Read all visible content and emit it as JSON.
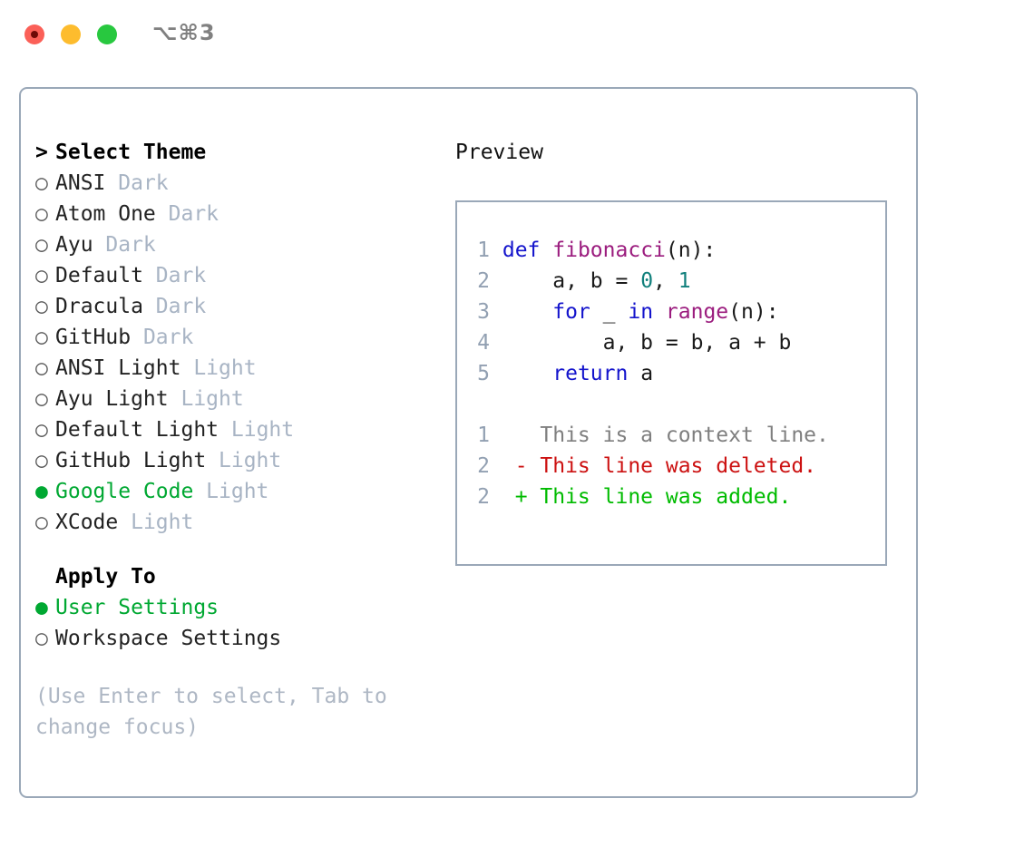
{
  "titlebar": {
    "shortcut": "⌥⌘3",
    "buttons": {
      "close": "close-button",
      "minimize": "minimize-button",
      "maximize": "maximize-button"
    }
  },
  "left": {
    "heading_prefix": "> ",
    "heading": "Select Theme",
    "themes": [
      {
        "bullet": "○",
        "name": "ANSI",
        "tag": "Dark",
        "selected": false
      },
      {
        "bullet": "○",
        "name": "Atom One",
        "tag": "Dark",
        "selected": false
      },
      {
        "bullet": "○",
        "name": "Ayu",
        "tag": "Dark",
        "selected": false
      },
      {
        "bullet": "○",
        "name": "Default",
        "tag": "Dark",
        "selected": false
      },
      {
        "bullet": "○",
        "name": "Dracula",
        "tag": "Dark",
        "selected": false
      },
      {
        "bullet": "○",
        "name": "GitHub",
        "tag": "Dark",
        "selected": false
      },
      {
        "bullet": "○",
        "name": "ANSI Light",
        "tag": "Light",
        "selected": false
      },
      {
        "bullet": "○",
        "name": "Ayu Light",
        "tag": "Light",
        "selected": false
      },
      {
        "bullet": "○",
        "name": "Default Light",
        "tag": "Light",
        "selected": false
      },
      {
        "bullet": "○",
        "name": "GitHub Light",
        "tag": "Light",
        "selected": false
      },
      {
        "bullet": "●",
        "name": "Google Code",
        "tag": "Light",
        "selected": true
      },
      {
        "bullet": "○",
        "name": "XCode",
        "tag": "Light",
        "selected": false
      }
    ],
    "apply_to": {
      "heading": "Apply To",
      "options": [
        {
          "bullet": "●",
          "label": "User Settings",
          "selected": true
        },
        {
          "bullet": "○",
          "label": "Workspace Settings",
          "selected": false
        }
      ]
    },
    "hint": "(Use Enter to select, Tab to change focus)"
  },
  "right": {
    "preview_title": "Preview",
    "code_lines": [
      {
        "no": "1",
        "tokens": [
          {
            "t": "def",
            "c": "kw"
          },
          {
            "t": " ",
            "c": "plain"
          },
          {
            "t": "fibonacci",
            "c": "fn"
          },
          {
            "t": "(n):",
            "c": "plain"
          }
        ]
      },
      {
        "no": "2",
        "tokens": [
          {
            "t": "    a, b = ",
            "c": "plain"
          },
          {
            "t": "0",
            "c": "num"
          },
          {
            "t": ", ",
            "c": "plain"
          },
          {
            "t": "1",
            "c": "num"
          }
        ]
      },
      {
        "no": "3",
        "tokens": [
          {
            "t": "    ",
            "c": "plain"
          },
          {
            "t": "for",
            "c": "kw"
          },
          {
            "t": " _ ",
            "c": "plain"
          },
          {
            "t": "in",
            "c": "kw"
          },
          {
            "t": " ",
            "c": "plain"
          },
          {
            "t": "range",
            "c": "fn"
          },
          {
            "t": "(n):",
            "c": "plain"
          }
        ]
      },
      {
        "no": "4",
        "tokens": [
          {
            "t": "        a, b = b, a + b",
            "c": "plain"
          }
        ]
      },
      {
        "no": "5",
        "tokens": [
          {
            "t": "    ",
            "c": "plain"
          },
          {
            "t": "return",
            "c": "kw"
          },
          {
            "t": " a",
            "c": "plain"
          }
        ]
      }
    ],
    "diff_lines": [
      {
        "no": "1",
        "marker": "  ",
        "text": "This is a context line.",
        "kind": "ctx"
      },
      {
        "no": "2",
        "marker": "- ",
        "text": "This line was deleted.",
        "kind": "del"
      },
      {
        "no": "2",
        "marker": "+ ",
        "text": "This line was added.",
        "kind": "add"
      }
    ]
  },
  "colors": {
    "accent_green": "#00A832",
    "border": "#9AA8B8",
    "muted": "#A8B4C4",
    "linenum": "#92A0B2",
    "keyword": "#1414CC",
    "function": "#9B1C7E",
    "number": "#11807C",
    "diff_add": "#00BB00",
    "diff_del": "#CC1111",
    "diff_ctx": "#7f7f7f",
    "traffic_red": "#FB6058",
    "traffic_yellow": "#FDBC2E",
    "traffic_green": "#28C83F"
  }
}
